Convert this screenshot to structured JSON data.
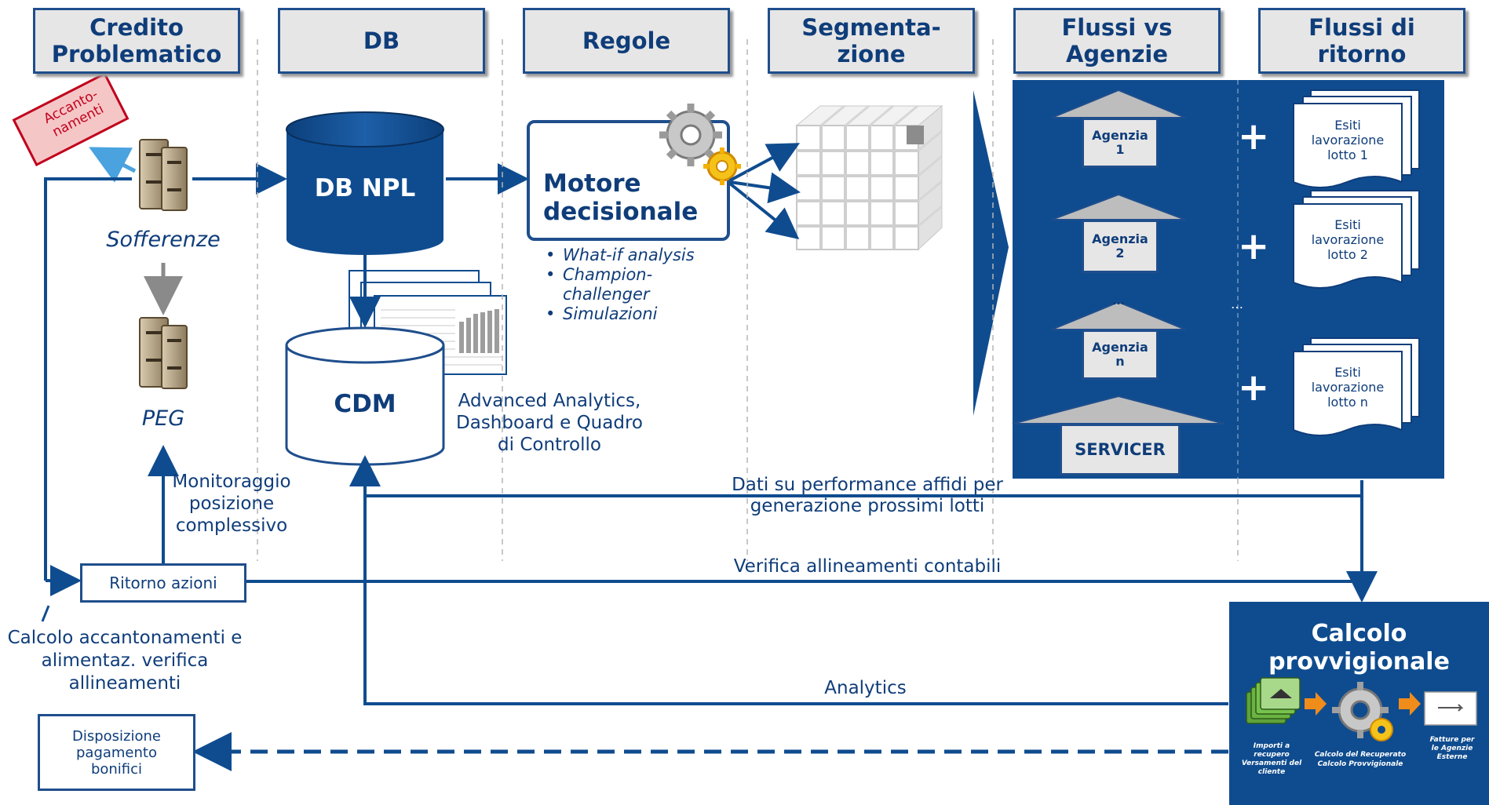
{
  "headers": [
    {
      "label": "Credito\nProblematico"
    },
    {
      "label": "DB"
    },
    {
      "label": "Regole"
    },
    {
      "label": "Segmenta-\nzione"
    },
    {
      "label": "Flussi vs\nAgenzie"
    },
    {
      "label": "Flussi di\nritorno"
    }
  ],
  "left": {
    "accantonamenti": "Accanto-\nnamenti",
    "sofferenze": "Sofferenze",
    "peg": "PEG",
    "monitoraggio": "Monitoraggio\nposizione\ncomplessivo",
    "ritorno_azioni": "Ritorno azioni",
    "calcolo_note": "Calcolo accantonamenti e\nalimentaz. verifica\nallineamenti",
    "disposizione": "Disposizione\npagamento\nbonifici"
  },
  "db": {
    "db_npl": "DB NPL",
    "cdm": "CDM",
    "analytics_caption": "Advanced Analytics,\nDashboard e Quadro\ndi Controllo"
  },
  "rules": {
    "engine": "Motore\ndecisionale",
    "bullets": [
      "What-if analysis",
      "Champion-\nchallenger",
      "Simulazioni"
    ]
  },
  "agencies": [
    {
      "label": "Agenzia\n1"
    },
    {
      "label": "Agenzia\n2"
    },
    {
      "label": "Agenzia\nn"
    }
  ],
  "ellipsis": "…",
  "servicer": "SERVICER",
  "returns": [
    {
      "label": "Esiti\nlavorazione\nlotto 1"
    },
    {
      "label": "Esiti\nlavorazione\nlotto 2"
    },
    {
      "label": "Esiti\nlavorazione\nlotto n"
    }
  ],
  "flows": {
    "performance": "Dati su performance affidi per\ngenerazione prossimi lotti",
    "verifica": "Verifica allineamenti contabili",
    "analytics": "Analytics"
  },
  "calcolo": {
    "title": "Calcolo\nprovvigionale",
    "step1_caption": "Importi a\nrecupero\nVersamenti del\ncliente",
    "step2_caption": "Calcolo del Recuperato\nCalcolo Provvigionale",
    "step3_caption": "Fatture per\nle Agenzie\nEsterne"
  },
  "colors": {
    "dark_blue": "#0f4c8f",
    "line_blue": "#0f4c8f",
    "header_fill": "#e6e6e6",
    "accantonamenti_fill": "#f5c6c6",
    "accantonamenti_border": "#c0001c",
    "orange_arrow": "#f08c1a"
  }
}
